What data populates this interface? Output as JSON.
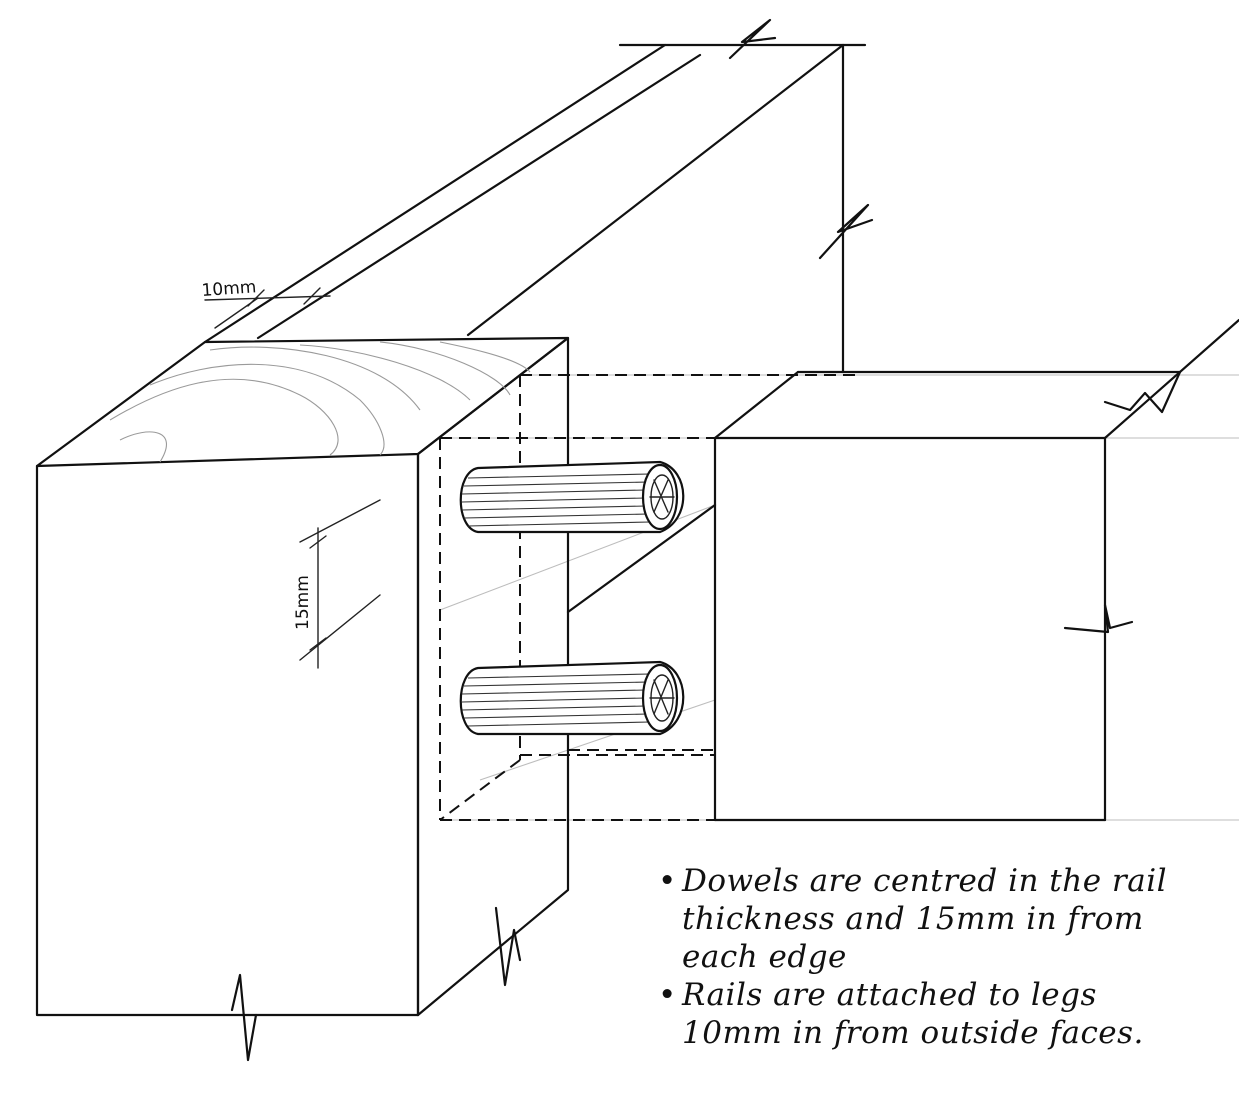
{
  "dimensions": {
    "rail_offset_label": "10mm",
    "dowel_edge_label": "15mm"
  },
  "notes": {
    "bullet": "•",
    "items": [
      {
        "text": "Dowels are centred in the rail thickness and 15mm in from each edge"
      },
      {
        "text": "Rails are attached to legs 10mm in from outside faces."
      }
    ]
  }
}
